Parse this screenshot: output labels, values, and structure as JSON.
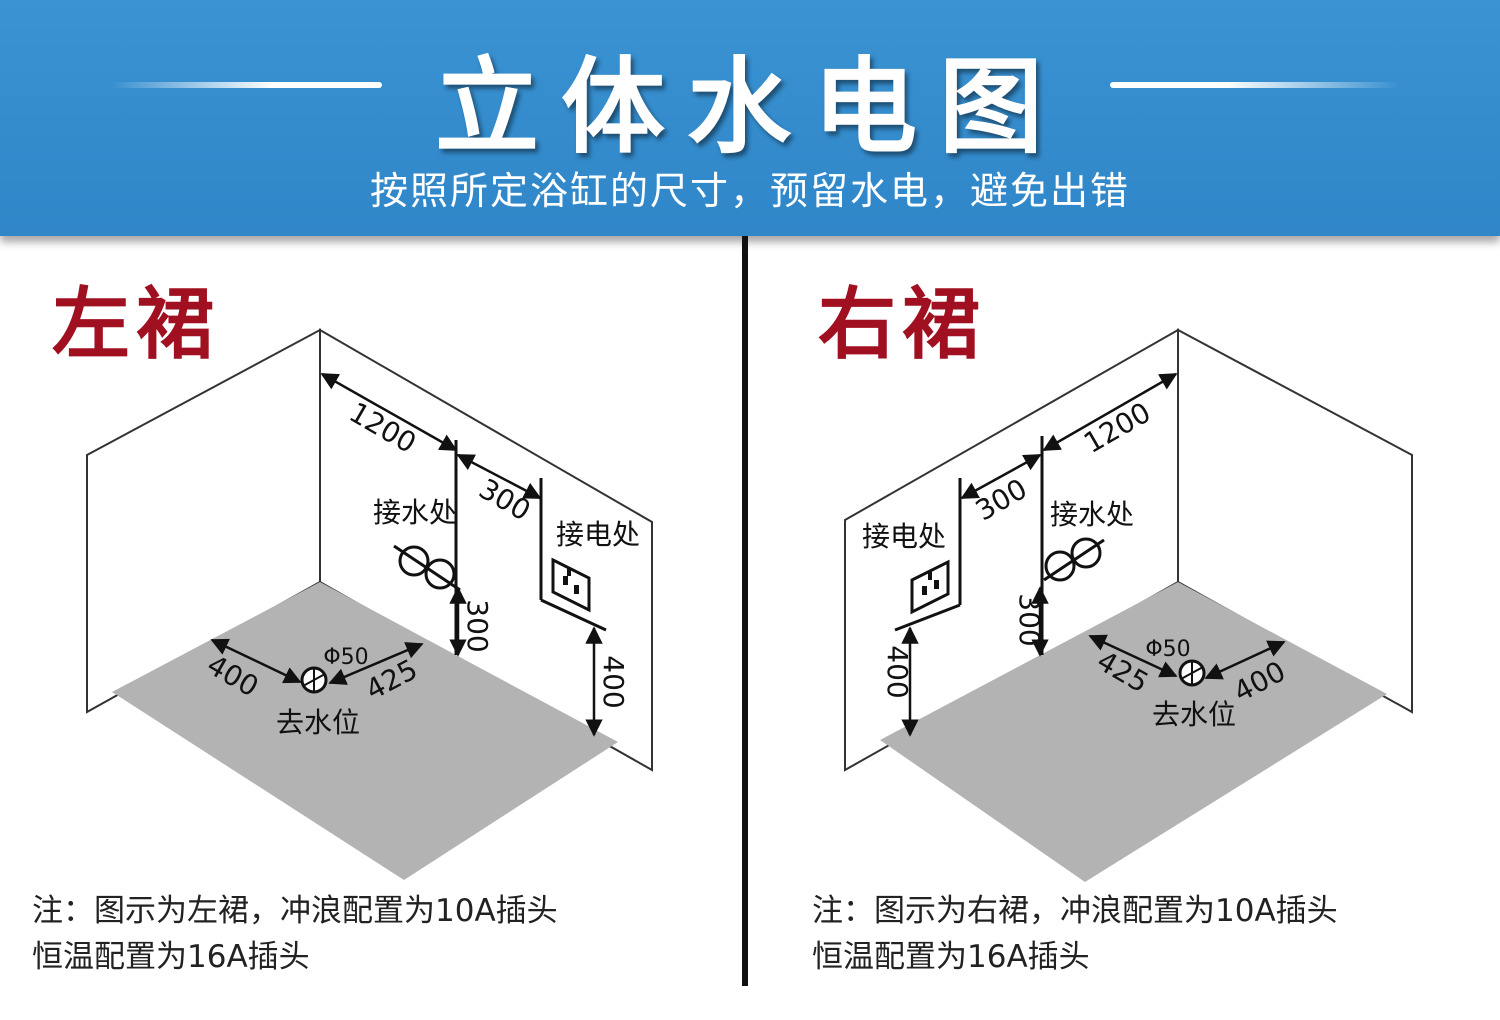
{
  "header": {
    "title": "立体水电图",
    "subtitle": "按照所定浴缸的尺寸，预留水电，避免出错"
  },
  "left": {
    "heading": "左裙",
    "dims": {
      "top": "1200",
      "mid": "300",
      "water_h": "300",
      "power_h": "400",
      "drain_a": "400",
      "drain_b": "425",
      "dia": "Φ50"
    },
    "labels": {
      "water": "接水处",
      "power": "接电处",
      "drain": "去水位"
    },
    "note_line1": "注：图示为左裙，冲浪配置为10A插头",
    "note_line2": "恒温配置为16A插头"
  },
  "right": {
    "heading": "右裙",
    "dims": {
      "top": "1200",
      "mid": "300",
      "water_h": "300",
      "power_h": "400",
      "drain_a": "400",
      "drain_b": "425",
      "dia": "Φ50"
    },
    "labels": {
      "water": "接水处",
      "power": "接电处",
      "drain": "去水位"
    },
    "note_line1": "注：图示为右裙，冲浪配置为10A插头",
    "note_line2": "恒温配置为16A插头"
  },
  "colors": {
    "banner": "#3a93d3",
    "heading": "#a01020",
    "floor": "#b3b3b3"
  }
}
